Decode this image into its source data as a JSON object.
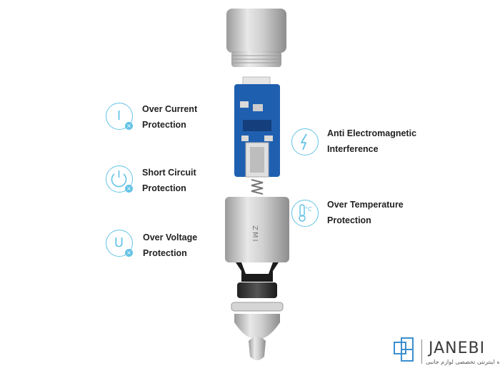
{
  "features_left": [
    {
      "line1": "Over Current",
      "line2": "Protection",
      "icon": "current-icon",
      "glyph": "I"
    },
    {
      "line1": "Short Circuit",
      "line2": "Protection",
      "icon": "power-icon",
      "glyph": ""
    },
    {
      "line1": "Over Voltage",
      "line2": "Protection",
      "icon": "voltage-icon",
      "glyph": "U"
    }
  ],
  "features_right": [
    {
      "line1": "Anti Electromagnetic",
      "line2": "Interference",
      "icon": "lightning-icon"
    },
    {
      "line1": "Over Temperature",
      "line2": "Protection",
      "icon": "thermometer-icon",
      "unit": "°C"
    }
  ],
  "badge_glyph": "×",
  "brand": {
    "name": "JANEBI",
    "tagline": "فروشگاه اینترنتی تخصصی لوازم جانبی",
    "device_mark": "ZMI"
  },
  "colors": {
    "accent": "#64c3e6",
    "pcb": "#1f5fb0",
    "metal": "#c9c9c9",
    "text": "#222222"
  }
}
